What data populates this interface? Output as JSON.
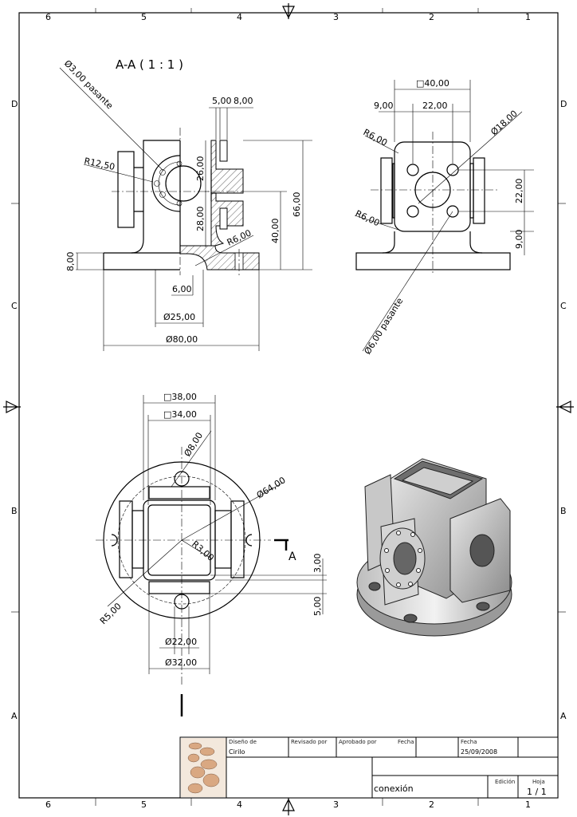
{
  "sheet": {
    "zones_columns": [
      "6",
      "5",
      "4",
      "3",
      "2",
      "1"
    ],
    "zones_rows": [
      "D",
      "C",
      "B",
      "A"
    ]
  },
  "section_view": {
    "title": "A-A ( 1 : 1 )",
    "dims": [
      "Ø3,00 pasante",
      "R12,50",
      "5,00",
      "8,00",
      "26,00",
      "28,00",
      "66,00",
      "40,00",
      "R6,00",
      "8,00",
      "6,00",
      "Ø25,00",
      "Ø80,00"
    ]
  },
  "side_view": {
    "dims": [
      "□40,00",
      "9,00",
      "22,00",
      "R6,00",
      "Ø18,00",
      "22,00",
      "R6,00",
      "9,00",
      "Ø6,00 pasante"
    ]
  },
  "top_view": {
    "dims": [
      "□38,00",
      "□34,00",
      "Ø8,00",
      "Ø64,00",
      "R3,00",
      "A",
      "3,00",
      "5,00",
      "R5,00",
      "Ø22,00",
      "Ø32,00"
    ]
  },
  "title_block": {
    "designed_by_label": "Diseño de",
    "designed_by": "Cirilo",
    "reviewed_by_label": "Revisado por",
    "approved_by_label": "Aprobado por",
    "date_label_1": "Fecha",
    "date_label_2": "Fecha",
    "date": "25/09/2008",
    "part_name": "conexión",
    "edition_label": "Edición",
    "sheet_label": "Hoja",
    "sheet_value": "1 / 1"
  }
}
